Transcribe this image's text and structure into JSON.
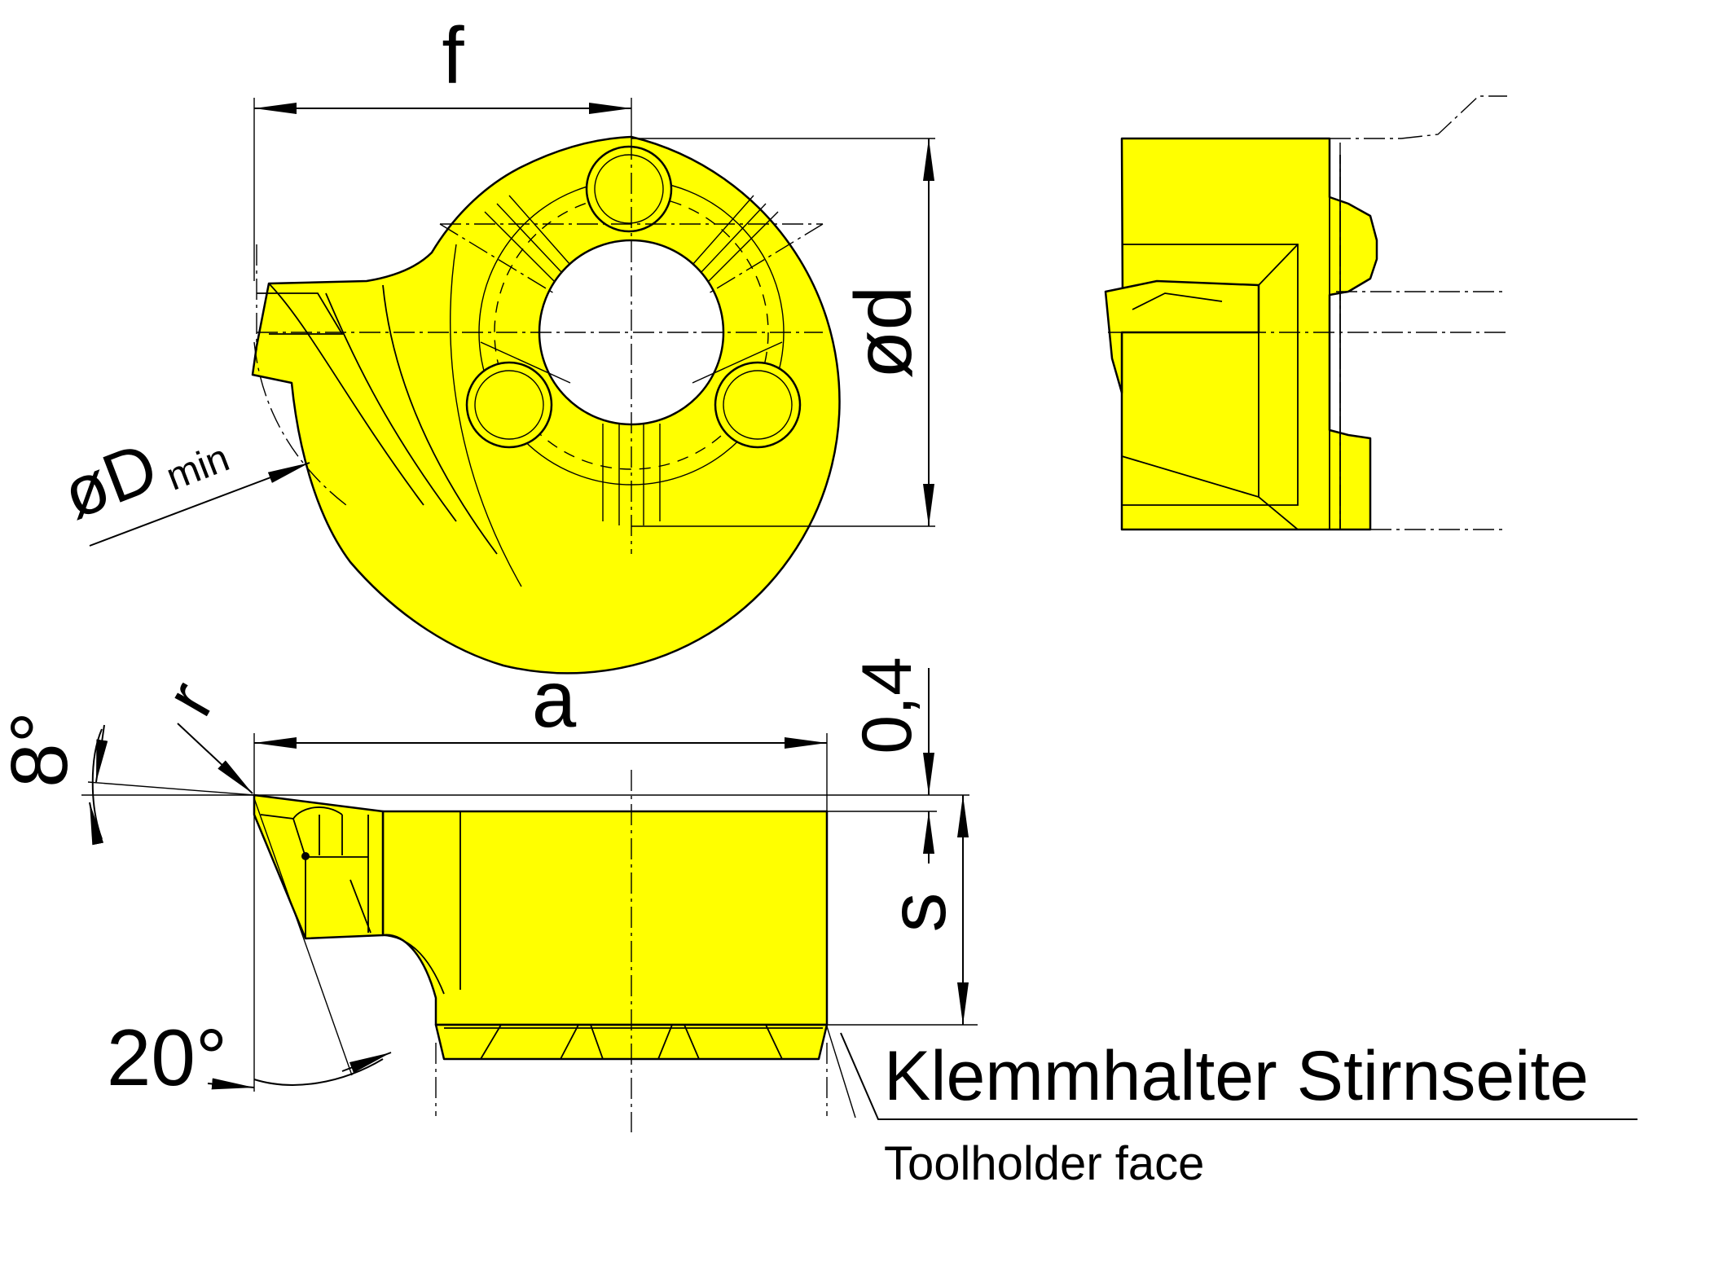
{
  "colors": {
    "insert_fill": "#ffff00",
    "line": "#000000",
    "background": "#ffffff"
  },
  "labels": {
    "f": "f",
    "od": "ød",
    "oD": "øD",
    "min": "min",
    "a": "a",
    "zero_four": "0,4",
    "r": "r",
    "eight_deg": "8°",
    "s": "s",
    "twenty_deg": "20°",
    "klemmhalter": "Klemmhalter Stirnseite",
    "toolholder": "Toolholder face"
  }
}
